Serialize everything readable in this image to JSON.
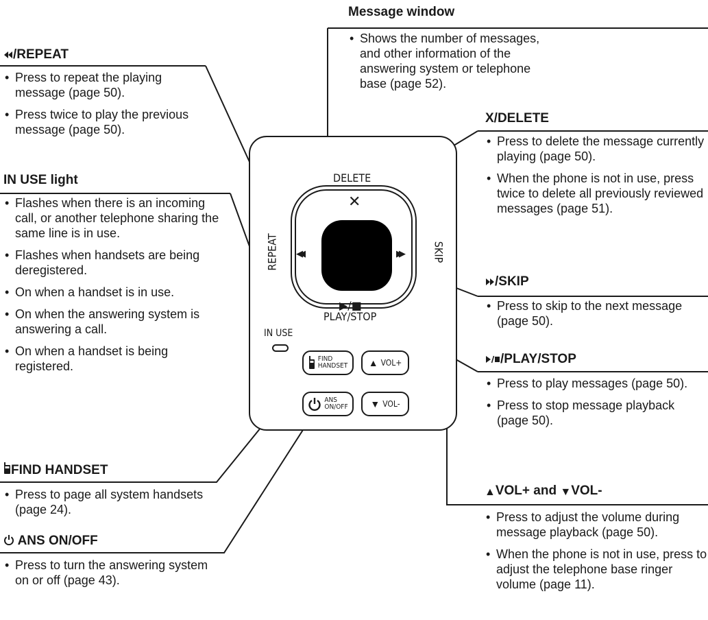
{
  "sections": {
    "message_window": {
      "title": "Message window",
      "bullets": [
        "Shows the number of messages, and other information of the answering system or telephone base (page 52)."
      ]
    },
    "repeat": {
      "title": "/REPEAT",
      "bullets": [
        "Press to repeat the playing message (page 50).",
        "Press twice to play the previous message (page 50)."
      ]
    },
    "delete": {
      "title": "X/DELETE",
      "bullets": [
        "Press to delete the message currently playing (page 50).",
        "When the phone is not in use, press twice to delete all previously reviewed messages (page 51)."
      ]
    },
    "in_use": {
      "title": "IN USE light",
      "bullets": [
        "Flashes when there is an incoming call, or another telephone sharing the same line is in use.",
        "Flashes when handsets are being deregistered.",
        "On when a handset is in use.",
        "On when the answering system is answering a call.",
        "On when a handset is being registered."
      ]
    },
    "skip": {
      "title": "/SKIP",
      "bullets": [
        "Press to skip to the next message (page 50)."
      ]
    },
    "play_stop": {
      "title": "/PLAY/STOP",
      "bullets": [
        "Press to play messages (page 50).",
        "Press to stop message playback (page 50)."
      ]
    },
    "find_handset": {
      "title": "FIND HANDSET",
      "bullets": [
        "Press to page all system handsets (page 24)."
      ]
    },
    "volume": {
      "title": "VOL+ and ",
      "title_tail": "VOL-",
      "bullets": [
        "Press to adjust the volume during message playback (page 50).",
        "When the phone is not in use, press to adjust the telephone base ringer volume (page 11)."
      ]
    },
    "ans_on_off": {
      "title": "ANS ON/OFF",
      "bullets": [
        "Press to turn the answering system on or off (page 43)."
      ]
    }
  },
  "device": {
    "label_delete": "DELETE",
    "label_repeat": "REPEAT",
    "label_skip": "SKIP",
    "label_play_stop": "PLAY/STOP",
    "label_in_use": "IN USE",
    "glyph_delete": "✕",
    "glyph_repeat": "◀◀",
    "glyph_skip": "▶▶",
    "glyph_play_stop": "▶/■",
    "btn_find_line1": "FIND",
    "btn_find_line2": "HANDSET",
    "btn_ans_line1": "ANS",
    "btn_ans_line2": "ON/OFF",
    "btn_vol_up": "VOL+",
    "btn_vol_down": "VOL-",
    "glyph_vol_up": "▲",
    "glyph_vol_down": "▼"
  },
  "icons": {
    "repeat": "rewind-icon",
    "skip": "fast-forward-icon",
    "play_stop": "play-stop-icon",
    "find_handset": "handset-icon",
    "ans": "power-icon",
    "vol_up": "triangle-up-icon",
    "vol_down": "triangle-down-icon"
  }
}
